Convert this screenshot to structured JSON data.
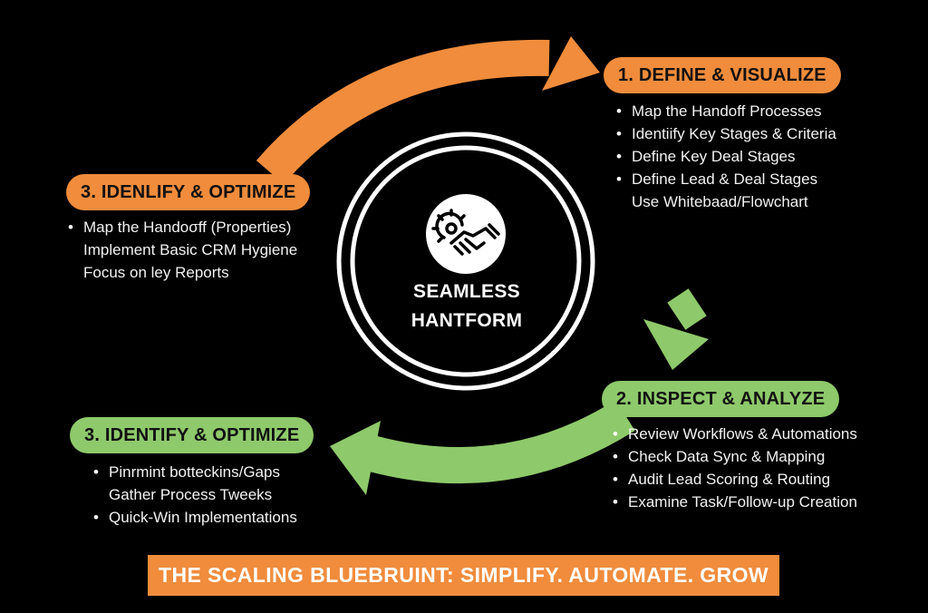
{
  "colors": {
    "background": "#000000",
    "orange": "#f08c3c",
    "green": "#8ec96b",
    "text": "#ffffff"
  },
  "center": {
    "icon": "gear-handshake-icon",
    "line1": "SEAMLESS",
    "line2": "HANTFORM"
  },
  "steps": {
    "define": {
      "title": "1. DEFINE & VISUALIZE",
      "items": [
        "Map the Handoff Processes",
        "Identiify Key Stages & Criteria",
        "Define Key Deal Stages",
        "Define Lead & Deal Stages",
        "Use Whitebaad/Flowchart"
      ]
    },
    "inspect": {
      "title": "2. INSPECT & ANALYZE",
      "items": [
        "Review Workflows & Automations",
        "Check Data Sync & Mapping",
        "Audit Lead Scoring & Routing",
        "Examine Task/Follow-up Creation"
      ]
    },
    "identify_green": {
      "title": "3. IDENTIFY & OPTIMIZE",
      "items": [
        "Pinrmint botteckins/Gaps",
        "Gather Process Tweeks",
        "Quick-Win Implementations"
      ]
    },
    "identify_orange": {
      "title": "3. IDENLIFY & OPTIMIZE",
      "items": [
        "Map the Handoσff (Properties)",
        "Implement Basic CRM Hygiene",
        "Focus on ley Reports"
      ]
    }
  },
  "banner": "THE SCALING BLUEBRUINT: SIMPLIFY. AUTOMATE. GROW"
}
